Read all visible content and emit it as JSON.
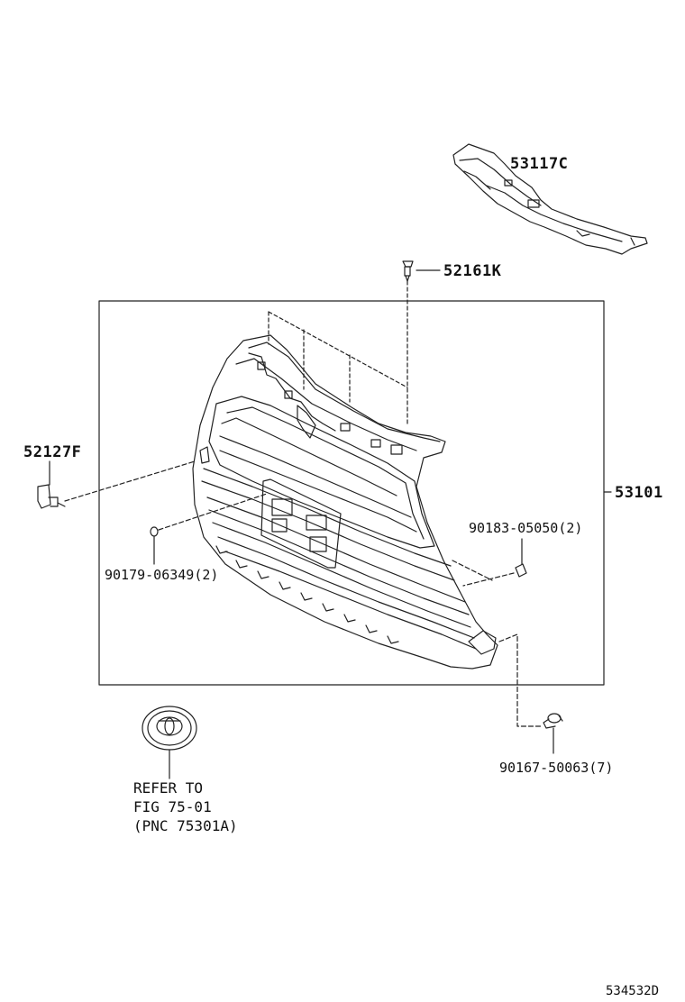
{
  "parts": {
    "p53117C": "53117C",
    "p52161K": "52161K",
    "p52127F": "52127F",
    "p53101": "53101",
    "p90183": "90183-05050(2)",
    "p90179": "90179-06349(2)",
    "p90167": "90167-50063(7)"
  },
  "reference": {
    "line1": "REFER TO",
    "line2": "FIG 75-01",
    "line3": "(PNC 75301A)"
  },
  "illustration_id": "534532D",
  "colors": {
    "line": "#222222",
    "background": "#ffffff"
  }
}
